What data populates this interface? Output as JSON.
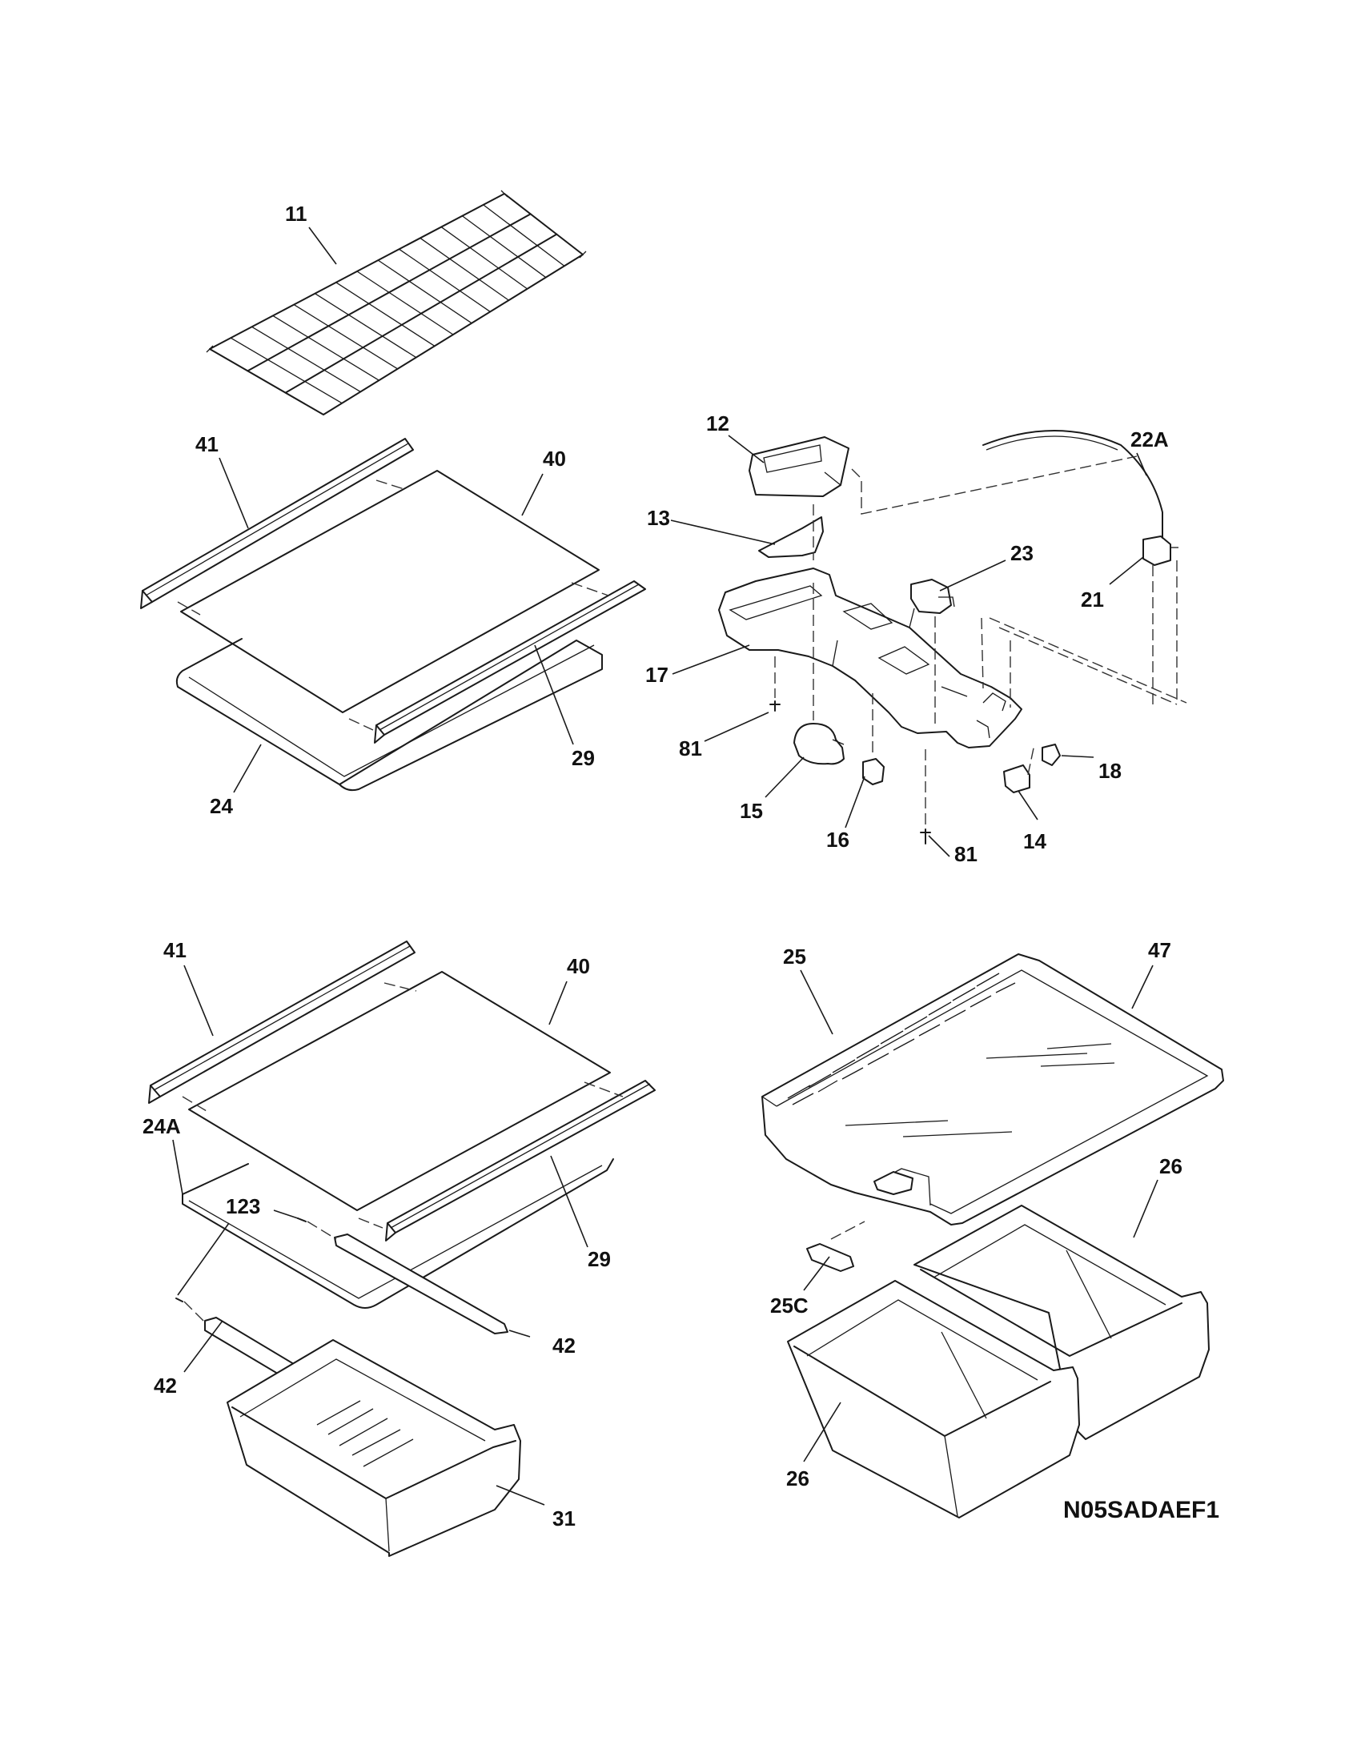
{
  "drawing_code": "N05SADAEF1",
  "labels": {
    "l11": "11",
    "l41a": "41",
    "l40a": "40",
    "l29a": "29",
    "l24": "24",
    "l12": "12",
    "l13": "13",
    "l22a": "22A",
    "l23": "23",
    "l21": "21",
    "l17": "17",
    "l81a": "81",
    "l15": "15",
    "l16": "16",
    "l81b": "81",
    "l14": "14",
    "l18": "18",
    "l41b": "41",
    "l40b": "40",
    "l24a": "24A",
    "l123": "123",
    "l29b": "29",
    "l42a": "42",
    "l42b": "42",
    "l31": "31",
    "l25": "25",
    "l47": "47",
    "l26a": "26",
    "l25c": "25C",
    "l26b": "26"
  }
}
